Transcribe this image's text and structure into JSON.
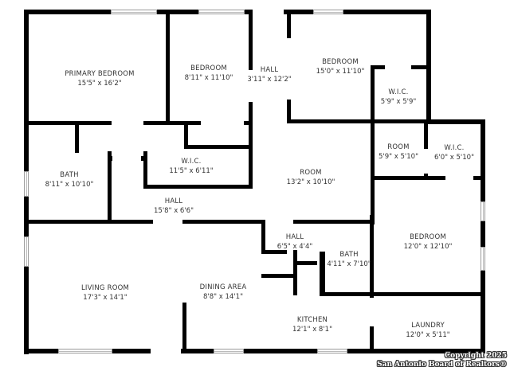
{
  "floorplan": {
    "rooms": [
      {
        "id": "primary-bedroom",
        "name": "PRIMARY BEDROOM",
        "dimensions": "15'5\" x 16'2\""
      },
      {
        "id": "bedroom-1",
        "name": "BEDROOM",
        "dimensions": "8'11\" x 11'10\""
      },
      {
        "id": "hall-1",
        "name": "HALL",
        "dimensions": "3'11\" x 12'2\""
      },
      {
        "id": "bedroom-2",
        "name": "BEDROOM",
        "dimensions": "15'0\" x 11'10\""
      },
      {
        "id": "wic-1",
        "name": "W.I.C.",
        "dimensions": "5'9\" x 5'9\""
      },
      {
        "id": "bath-1",
        "name": "BATH",
        "dimensions": "8'11\" x 10'10\""
      },
      {
        "id": "wic-2",
        "name": "W.I.C.",
        "dimensions": "11'5\" x 6'11\""
      },
      {
        "id": "room-1",
        "name": "ROOM",
        "dimensions": "13'2\" x 10'10\""
      },
      {
        "id": "room-2",
        "name": "ROOM",
        "dimensions": "5'9\" x 5'10\""
      },
      {
        "id": "wic-3",
        "name": "W.I.C.",
        "dimensions": "6'0\" x 5'10\""
      },
      {
        "id": "hall-2",
        "name": "HALL",
        "dimensions": "15'8\" x 6'6\""
      },
      {
        "id": "hall-3",
        "name": "HALL",
        "dimensions": "6'5\" x 4'4\""
      },
      {
        "id": "bath-2",
        "name": "BATH",
        "dimensions": "4'11\" x 7'10\""
      },
      {
        "id": "bedroom-3",
        "name": "BEDROOM",
        "dimensions": "12'0\" x 12'10\""
      },
      {
        "id": "living-room",
        "name": "LIVING ROOM",
        "dimensions": "17'3\" x 14'1\""
      },
      {
        "id": "dining-area",
        "name": "DINING AREA",
        "dimensions": "8'8\" x 14'1\""
      },
      {
        "id": "kitchen",
        "name": "KITCHEN",
        "dimensions": "12'1\" x 8'1\""
      },
      {
        "id": "laundry",
        "name": "LAUNDRY",
        "dimensions": "12'0\" x 5'11\""
      }
    ],
    "colors": {
      "wall": "#000000",
      "background": "#ffffff",
      "label": "#333333"
    }
  },
  "watermark": {
    "line1": "Copyright 2025",
    "line2": "San Antonio Board of Realtors®"
  }
}
